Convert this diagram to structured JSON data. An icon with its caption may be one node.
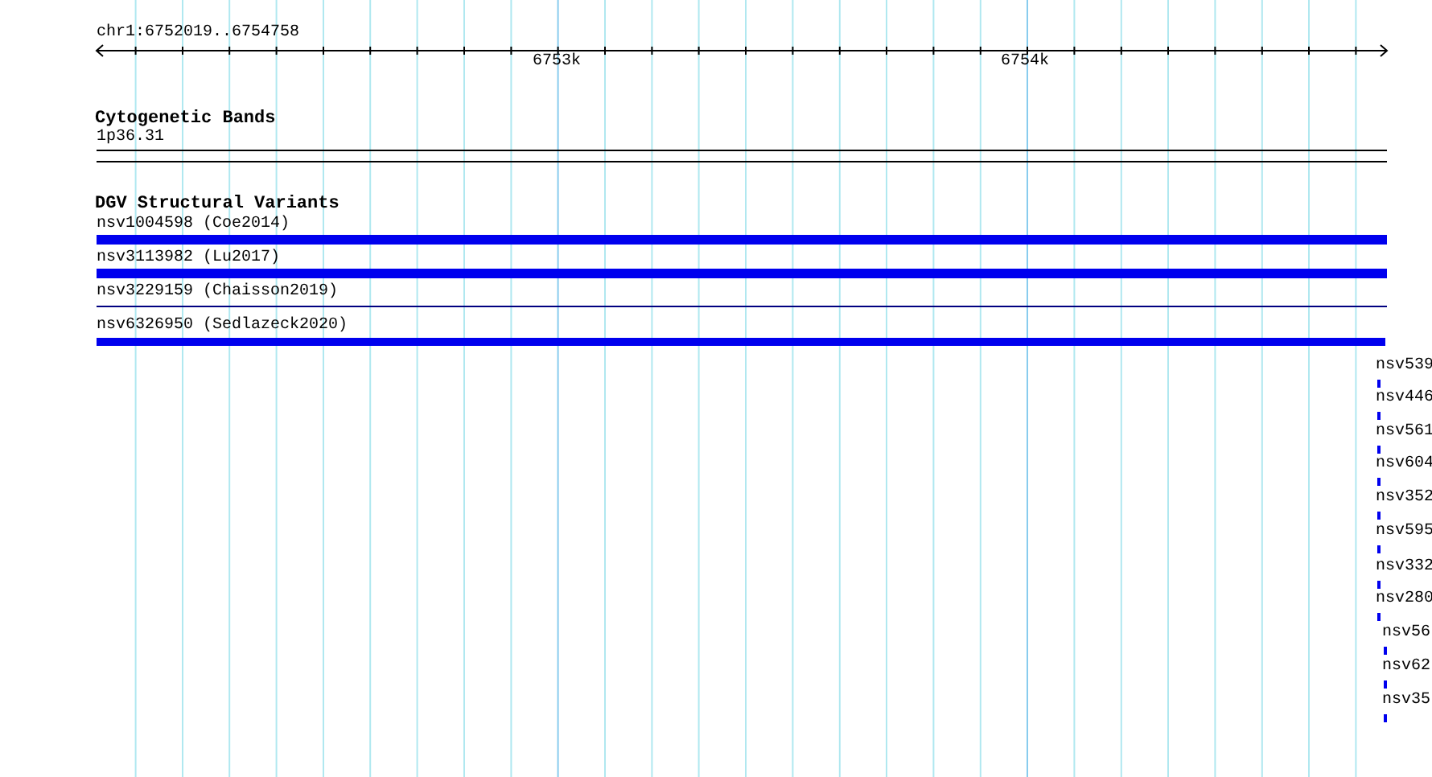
{
  "diagram": {
    "labels": [
      "chr1:6752019..6754758",
      "6753k",
      "6754k",
      "Cytogenetic Bands",
      "1p36.31",
      "DGV Structural Variants",
      "nsv1004598 (Coe2014)",
      "nsv3113982 (Lu2017)",
      "nsv3229159 (Chaisson2019)",
      "nsv6326950 (Sedlazeck2020)",
      "nsv539",
      "nsv446",
      "nsv561",
      "nsv604",
      "nsv352",
      "nsv595",
      "nsv332",
      "nsv280",
      "nsv56",
      "nsv62",
      "nsv35"
    ]
  }
}
